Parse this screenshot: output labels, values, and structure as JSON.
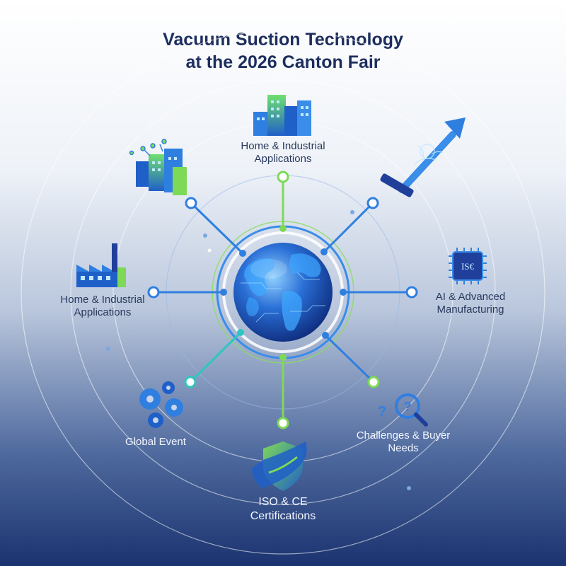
{
  "title": {
    "line1": "Vacuum Suction Technology",
    "line2": "at the 2026 Canton Fair"
  },
  "nodes": {
    "top": {
      "line1": "Home & Industrial",
      "line2": "Applications",
      "icon": "buildings-icon"
    },
    "top_left": {
      "icon": "smart-city-icon"
    },
    "top_right": {
      "icon": "vacuum-wand-icon"
    },
    "left": {
      "line1": "Home & Industrial",
      "line2": "Applications",
      "icon": "factory-icon"
    },
    "right": {
      "line1": "AI & Advanced",
      "line2": "Manufacturing",
      "icon": "chip-icon",
      "chip_text": "IS€"
    },
    "bottom_left": {
      "line1": "Global Event",
      "icon": "gears-icon"
    },
    "bottom_right": {
      "line1": "Challenges & Buyer",
      "line2": "Needs",
      "icon": "magnifier-question-icon"
    },
    "bottom": {
      "line1": "ISO & CE",
      "line2": "Certifications",
      "icon": "shield-icon"
    }
  },
  "center": {
    "icon": "globe-icon"
  },
  "colors": {
    "title": "#1d2e5e",
    "accent_blue": "#2f7fe0",
    "accent_green": "#7ed957",
    "globe": "#1f5fc8"
  }
}
